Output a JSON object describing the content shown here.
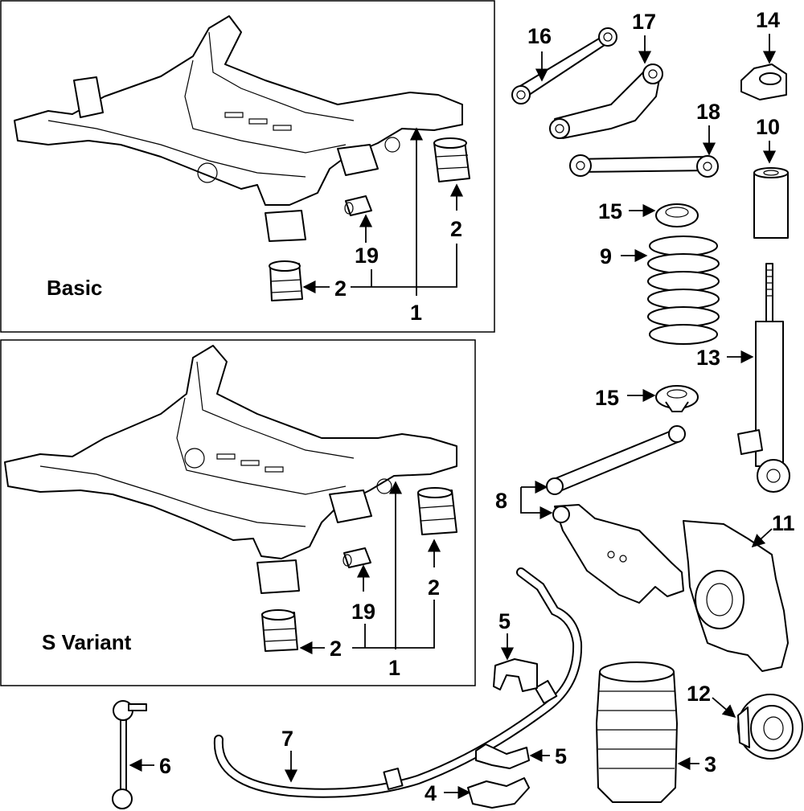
{
  "panels": {
    "basic": {
      "label": "Basic"
    },
    "s_variant": {
      "label": "S Variant"
    }
  },
  "callouts": {
    "c1_basic": "1",
    "c1_svar": "1",
    "c2_basic_a": "2",
    "c2_basic_b": "2",
    "c2_svar_a": "2",
    "c2_svar_b": "2",
    "c3": "3",
    "c4": "4",
    "c5_a": "5",
    "c5_b": "5",
    "c6": "6",
    "c7": "7",
    "c8": "8",
    "c9": "9",
    "c10": "10",
    "c11": "11",
    "c12": "12",
    "c13": "13",
    "c14": "14",
    "c15_a": "15",
    "c15_b": "15",
    "c16": "16",
    "c17": "17",
    "c18": "18",
    "c19_basic": "19",
    "c19_svar": "19"
  }
}
